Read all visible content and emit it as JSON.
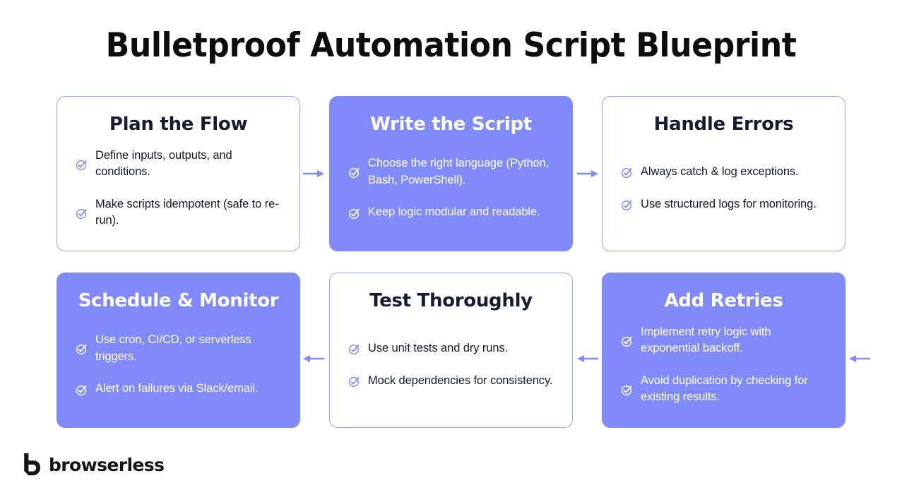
{
  "page": {
    "title": "Bulletproof Automation Script Blueprint",
    "accent_color": "#808af8",
    "card_border_color": "#9aa3f7",
    "title_color": "#0d0d0d",
    "dark_text_color": "#14182b",
    "background_color": "#ffffff"
  },
  "cards": [
    {
      "title": "Plan the Flow",
      "style": "light",
      "bullets": [
        "Define inputs, outputs, and conditions.",
        "Make scripts idempotent (safe to re-run)."
      ]
    },
    {
      "title": "Write the Script",
      "style": "filled",
      "bullets": [
        "Choose the right language (Python, Bash, PowerShell).",
        "Keep logic modular and readable."
      ]
    },
    {
      "title": "Handle Errors",
      "style": "light",
      "bullets": [
        "Always catch & log exceptions.",
        "Use structured logs for monitoring."
      ]
    },
    {
      "title": "Schedule & Monitor",
      "style": "filled",
      "bullets": [
        "Use cron, CI/CD, or serverless triggers.",
        "Alert on failures via Slack/email."
      ]
    },
    {
      "title": "Test Thoroughly",
      "style": "light",
      "bullets": [
        "Use unit tests and dry runs.",
        "Mock dependencies for consistency."
      ]
    },
    {
      "title": "Add Retries",
      "style": "filled",
      "bullets": [
        "Implement retry logic with exponential backoff.",
        "Avoid duplication by checking for existing results."
      ]
    }
  ],
  "connectors": [
    {
      "name": "plan-to-write",
      "direction": "right"
    },
    {
      "name": "write-to-handle",
      "direction": "right"
    },
    {
      "name": "test-to-schedule",
      "direction": "left"
    },
    {
      "name": "retries-to-test",
      "direction": "left"
    },
    {
      "name": "wrap-around",
      "direction": "left"
    }
  ],
  "footer": {
    "brand": "browserless",
    "logo_icon": "browserless-b-mark"
  }
}
